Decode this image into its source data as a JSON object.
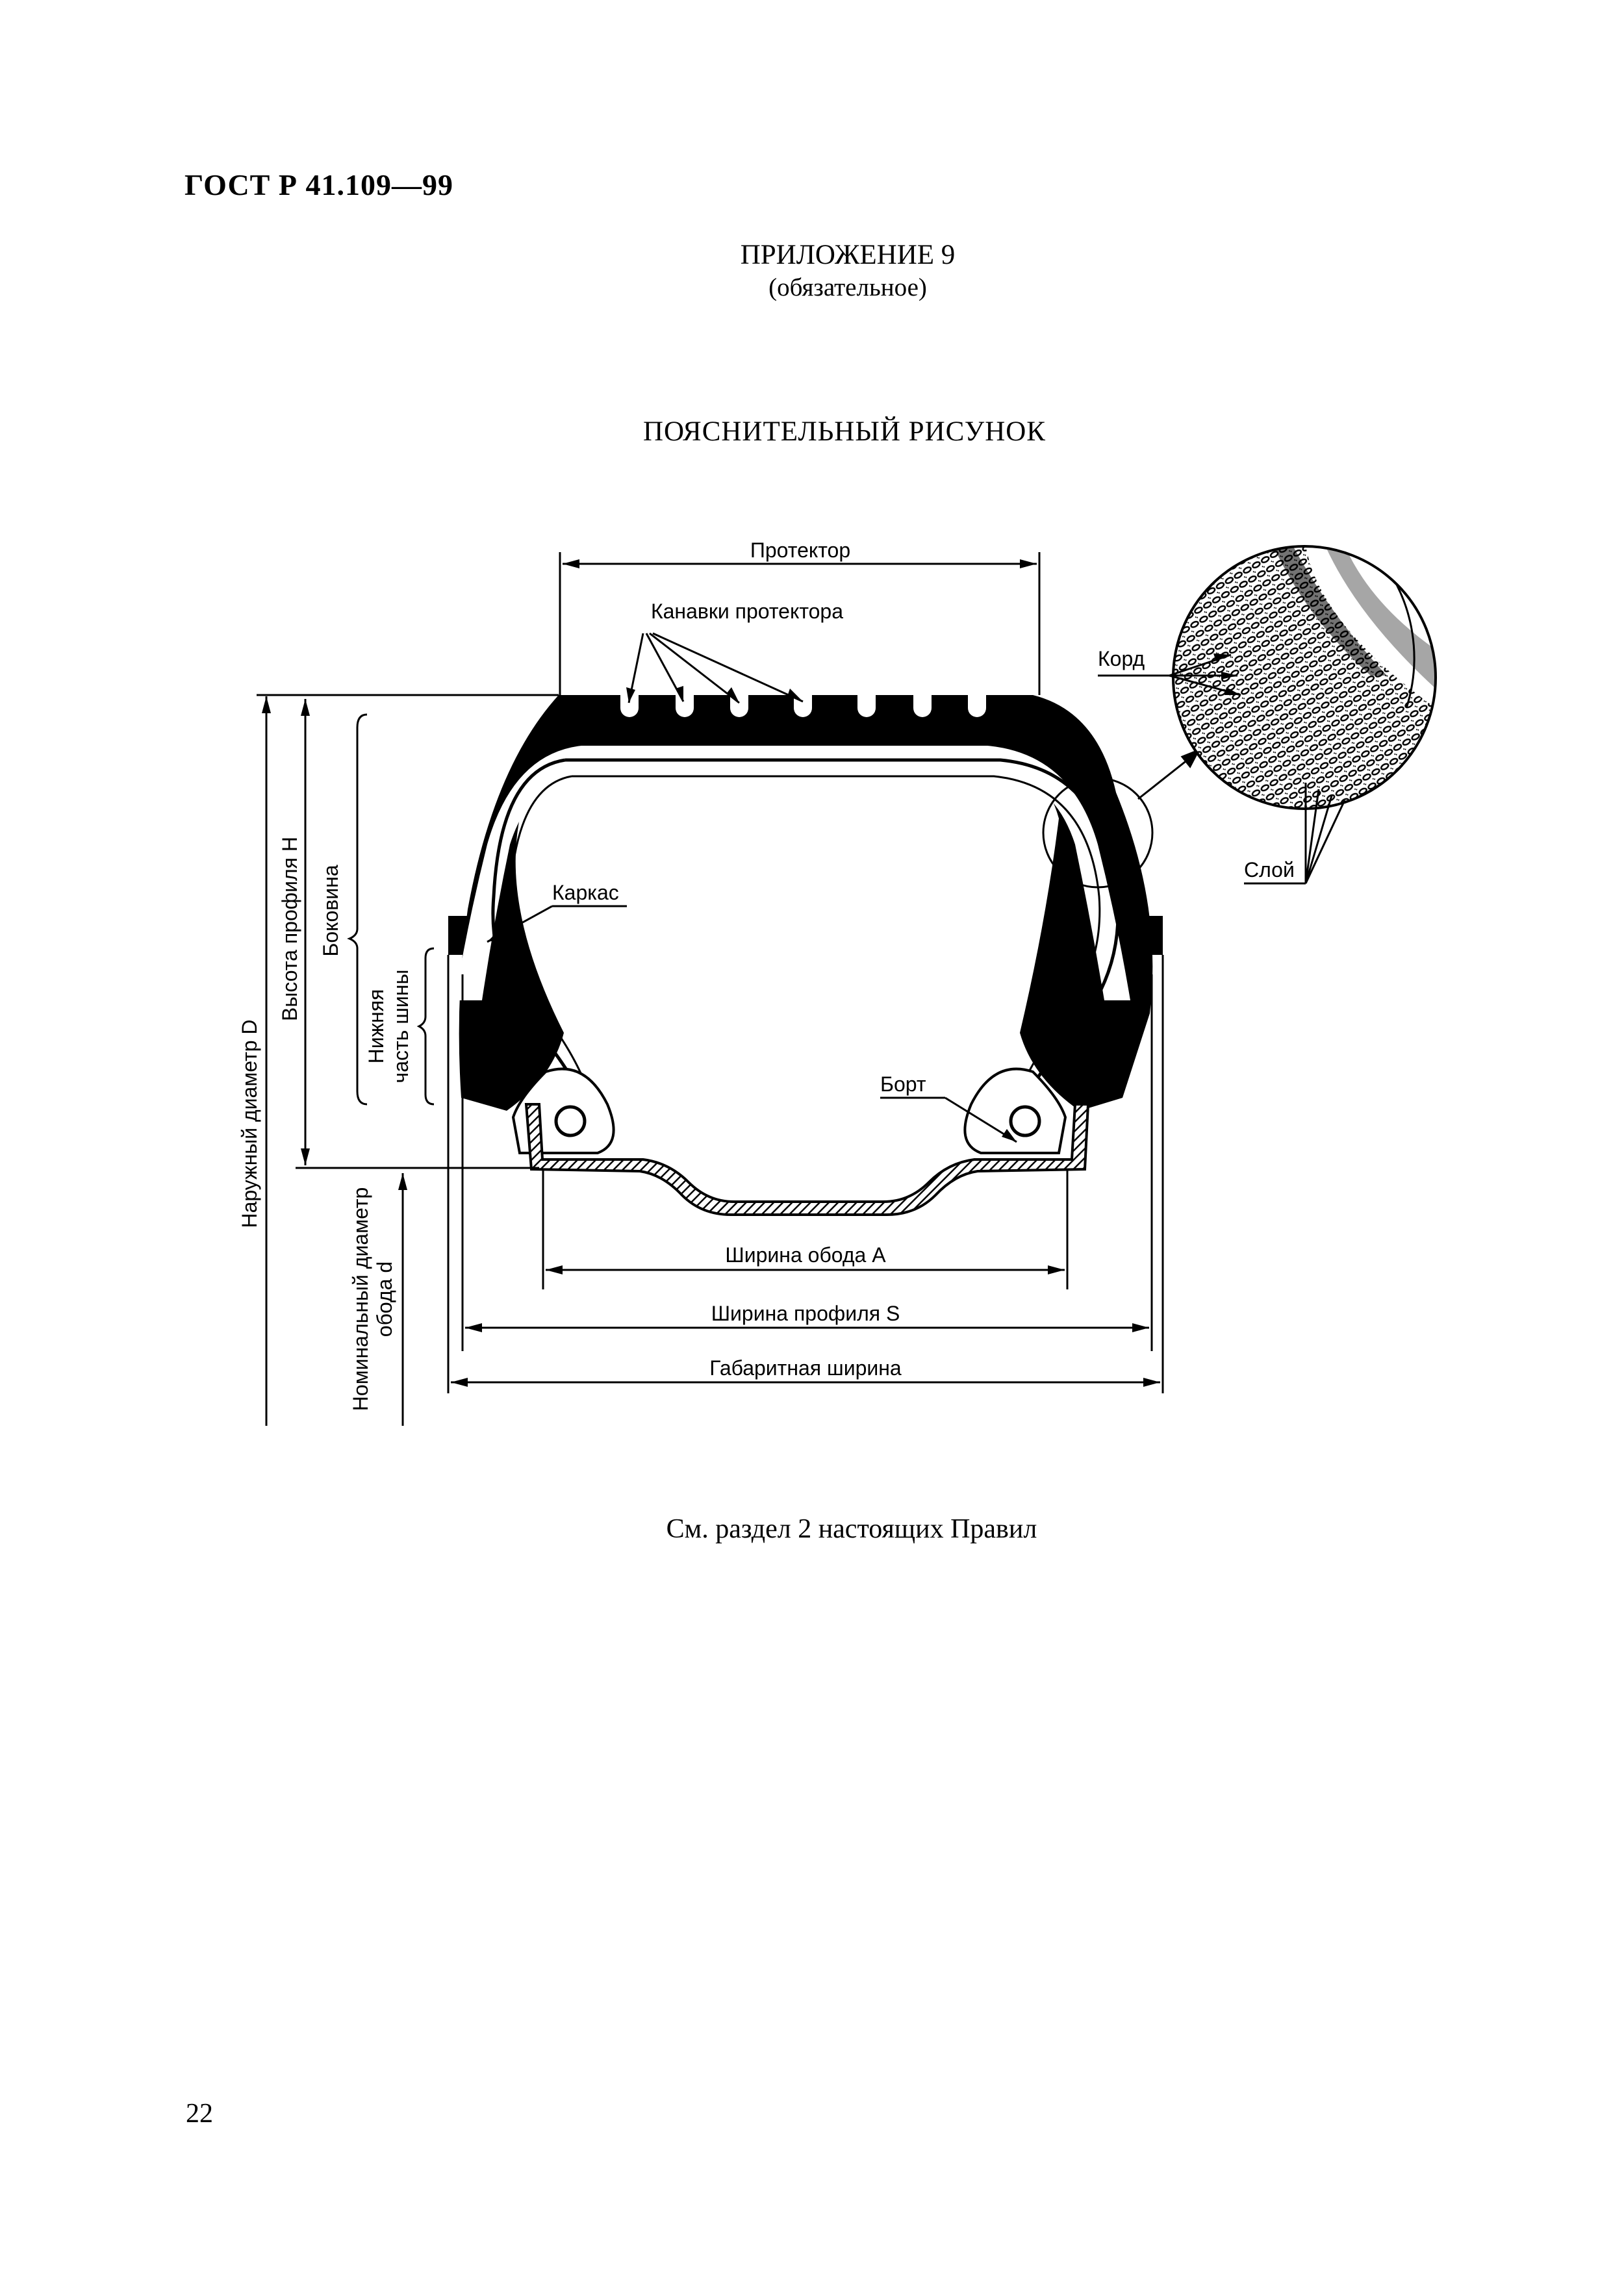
{
  "header": {
    "doc_code": "ГОСТ Р 41.109—99"
  },
  "appendix": {
    "title": "ПРИЛОЖЕНИЕ 9",
    "subtitle": "(обязательное)"
  },
  "figure": {
    "title": "ПОЯСНИТЕЛЬНЫЙ РИСУНОК",
    "labels": {
      "tread": "Протектор",
      "tread_grooves": "Канавки протектора",
      "cord": "Корд",
      "ply": "Слой",
      "carcass": "Каркас",
      "bead": "Борт",
      "rim_width": "Ширина обода A",
      "section_width": "Ширина профиля S",
      "overall_width": "Габаритная ширина",
      "outer_diameter": "Наружный диаметр D",
      "section_height": "Высота профиля H",
      "sidewall": "Боковина",
      "lower_area_line1": "Нижняя",
      "lower_area_line2": "часть шины",
      "nominal_rim_diameter_line1": "Номинальный диаметр",
      "nominal_rim_diameter_line2": "обода d"
    }
  },
  "caption": "См. раздел 2 настоящих Правил",
  "footer": {
    "page_number": "22"
  }
}
